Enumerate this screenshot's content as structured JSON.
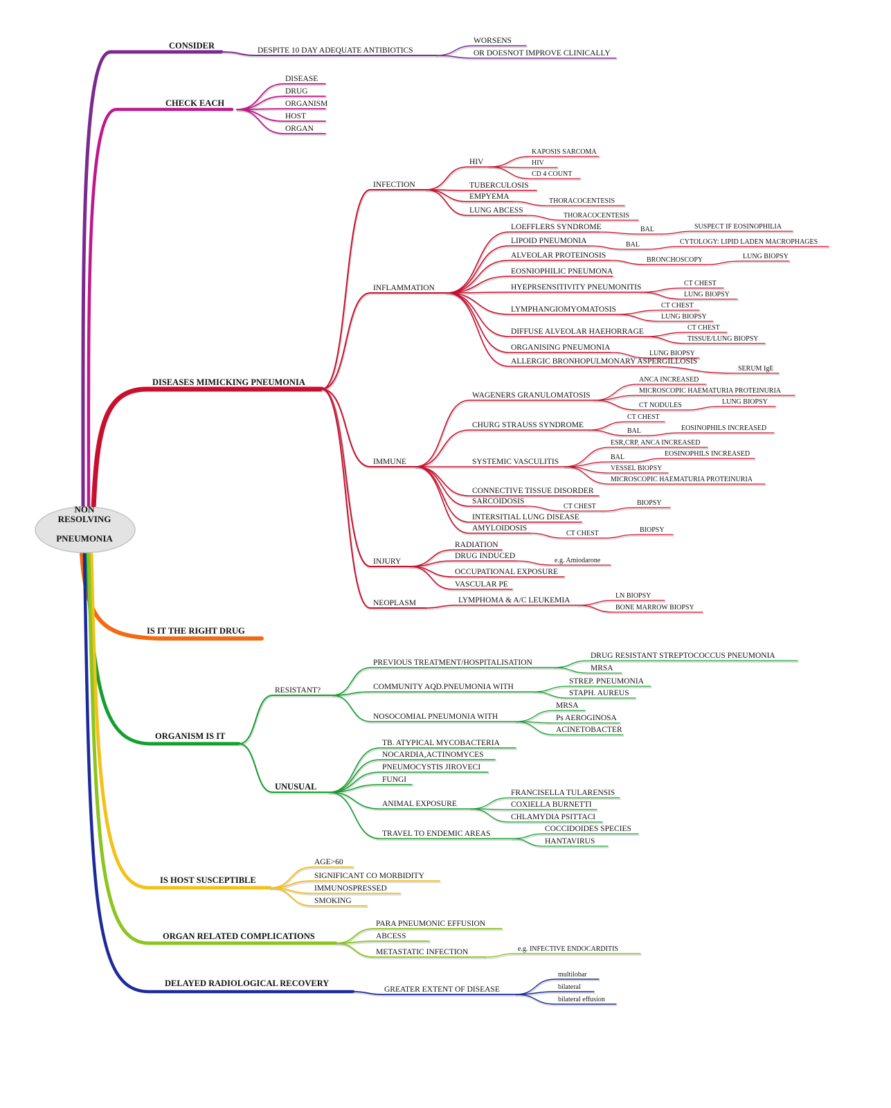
{
  "root": {
    "lines": [
      "NON",
      "RESOLVING",
      "PNEUMONIA"
    ]
  },
  "colors": {
    "consider": "#7a2a8f",
    "check": "#c0178a",
    "disease": "#c8102e",
    "drug": "#f26a12",
    "organism": "#14a02f",
    "host": "#f2c21b",
    "organ": "#8cc51f",
    "delay": "#1c2a9c",
    "shadow": "#bbbbbb"
  },
  "consider": {
    "title": "CONSIDER",
    "n1": "DESPITE 10 DAY ADEQUATE ANTIBIOTICS",
    "n2": "WORSENS",
    "n3": "OR DOESNOT IMPROVE CLINICALLY"
  },
  "check": {
    "title": "CHECK EACH",
    "items": [
      "DISEASE",
      "DRUG",
      "ORGANISM",
      "HOST",
      "ORGAN"
    ]
  },
  "disease": {
    "title": "DISEASES MIMICKING PNEUMONIA",
    "infection": {
      "title": "INFECTION",
      "hiv": "HIV",
      "hiv_items": [
        "KAPOSIS SARCOMA",
        "HIV",
        "CD 4 COUNT"
      ],
      "tb": "TUBERCULOSIS",
      "empyema": "EMPYEMA",
      "empyema_test": "THORACOCENTESIS",
      "abcess": "LUNG ABCESS",
      "abcess_test": "THORACOCENTESIS"
    },
    "inflammation": {
      "title": "INFLAMMATION",
      "loeffler": "LOEFFLERS SYNDROME",
      "loeffler_bal": "BAL",
      "loeffler_note": "SUSPECT IF EOSINOPHILIA",
      "lipoid": "LIPOID PNEUMONIA",
      "lipoid_bal": "BAL",
      "lipoid_note": "CYTOLOGY: LIPID LADEN MACROPHAGES",
      "alveolar": "ALVEOLAR PROTEINOSIS",
      "alveolar_test": "BRONCHOSCOPY",
      "alveolar_note": "LUNG BIOPSY",
      "eosin": "EOSNIOPHILIC PNEUMONA",
      "hyper": "HYEPRSENSITIVITY PNEUMONITIS",
      "hyper_tests": [
        "CT CHEST",
        "LUNG BIOPSY"
      ],
      "lam": "LYMPHANGIOMYOMATOSIS",
      "lam_tests": [
        "CT CHEST",
        "LUNG BIOPSY"
      ],
      "dah": "DIFFUSE ALVEOLAR HAEHORRAGE",
      "dah_tests": [
        "CT CHEST",
        "TISSUE/LUNG BIOPSY"
      ],
      "op": "ORGANISING PNEUMONIA",
      "op_test": "LUNG BIOPSY",
      "abpa": "ALLERGIC BRONHOPULMONARY ASPERGILLOSIS",
      "abpa_test": "SERUM IgE"
    },
    "immune": {
      "title": "IMMUNE",
      "wegener": "WAGENERS GRANULOMATOSIS",
      "wegener_tests": [
        "ANCA INCREASED",
        "MICROSCOPIC HAEMATURIA PROTEINURIA",
        "CT NODULES"
      ],
      "wegener_note": "LUNG BIOPSY",
      "churg": "CHURG STRAUSS SYNDROME",
      "churg_tests": [
        "CT CHEST",
        "BAL"
      ],
      "churg_note": "EOSINOPHILS INCREASED",
      "sv": "SYSTEMIC VASCULITIS",
      "sv_tests": [
        "ESR,CRP, ANCA INCREASED",
        "BAL",
        "VESSEL BIOPSY",
        "MICROSCOPIC HAEMATURIA PROTEINURIA"
      ],
      "sv_note": "EOSINOPHILS INCREASED",
      "ctd": "CONNECTIVE TISSUE DISORDER",
      "sarc": "SARCOIDOSIS",
      "sarc_test": "CT CHEST",
      "sarc_note": "BIOPSY",
      "ild": "INTERSITIAL LUNG DISEASE",
      "amyl": "AMYLOIDOSIS",
      "amyl_test": "CT CHEST",
      "amyl_note": "BIOPSY"
    },
    "injury": {
      "title": "INJURY",
      "items": [
        "RADIATION",
        "DRUG INDUCED",
        "OCCUPATIONAL EXPOSURE",
        "VASCULAR PE"
      ],
      "drug_note": "e.g. Amiodarone"
    },
    "neoplasm": {
      "title": "NEOPLASM",
      "item": "LYMPHOMA & A/C LEUKEMIA",
      "tests": [
        "LN BIOPSY",
        "BONE MARROW BIOPSY"
      ]
    }
  },
  "drug": {
    "title": "IS IT THE RIGHT DRUG"
  },
  "organism": {
    "title": "ORGANISM IS IT",
    "resistant": {
      "title": "RESISTANT?",
      "prev": "PREVIOUS TREATMENT/HOSPITALISATION",
      "prev_items": [
        "DRUG RESISTANT STREPTOCOCCUS PNEUMONIA",
        "MRSA"
      ],
      "comm": "COMMUNITY AQD.PNEUMONIA WITH",
      "comm_items": [
        "STREP. PNEUMONIA",
        "STAPH. AUREUS"
      ],
      "noso": "NOSOCOMIAL PNEUMONIA WITH",
      "noso_items": [
        "MRSA",
        "Ps AEROGINOSA",
        "ACINETOBACTER"
      ]
    },
    "unusual": {
      "title": "UNUSUAL",
      "items": [
        "TB. ATYPICAL MYCOBACTERIA",
        "NOCARDIA,ACTINOMYCES",
        "PNEUMOCYSTIS JIROVECI",
        "FUNGI"
      ],
      "animal": "ANIMAL EXPOSURE",
      "animal_items": [
        "FRANCISELLA TULARENSIS",
        "COXIELLA BURNETTI",
        "CHLAMYDIA PSITTACI"
      ],
      "travel": "TRAVEL TO ENDEMIC AREAS",
      "travel_items": [
        "COCCIDOIDES SPECIES",
        "HANTAVIRUS"
      ]
    }
  },
  "host": {
    "title": "IS HOST SUSCEPTIBLE",
    "items": [
      "AGE>60",
      "SIGNIFICANT CO MORBIDITY",
      "IMMUNOSPRESSED",
      "SMOKING"
    ]
  },
  "organ": {
    "title": "ORGAN RELATED COMPLICATIONS",
    "items": [
      "PARA PNEUMONIC EFFUSION",
      "ABCESS",
      "METASTATIC INFECTION"
    ],
    "note": "e.g. INFECTIVE ENDOCARDITIS"
  },
  "delay": {
    "title": "DELAYED RADIOLOGICAL RECOVERY",
    "item": "GREATER EXTENT OF DISEASE",
    "items": [
      "multilobar",
      "bilateral",
      "bilateral effusion"
    ]
  }
}
